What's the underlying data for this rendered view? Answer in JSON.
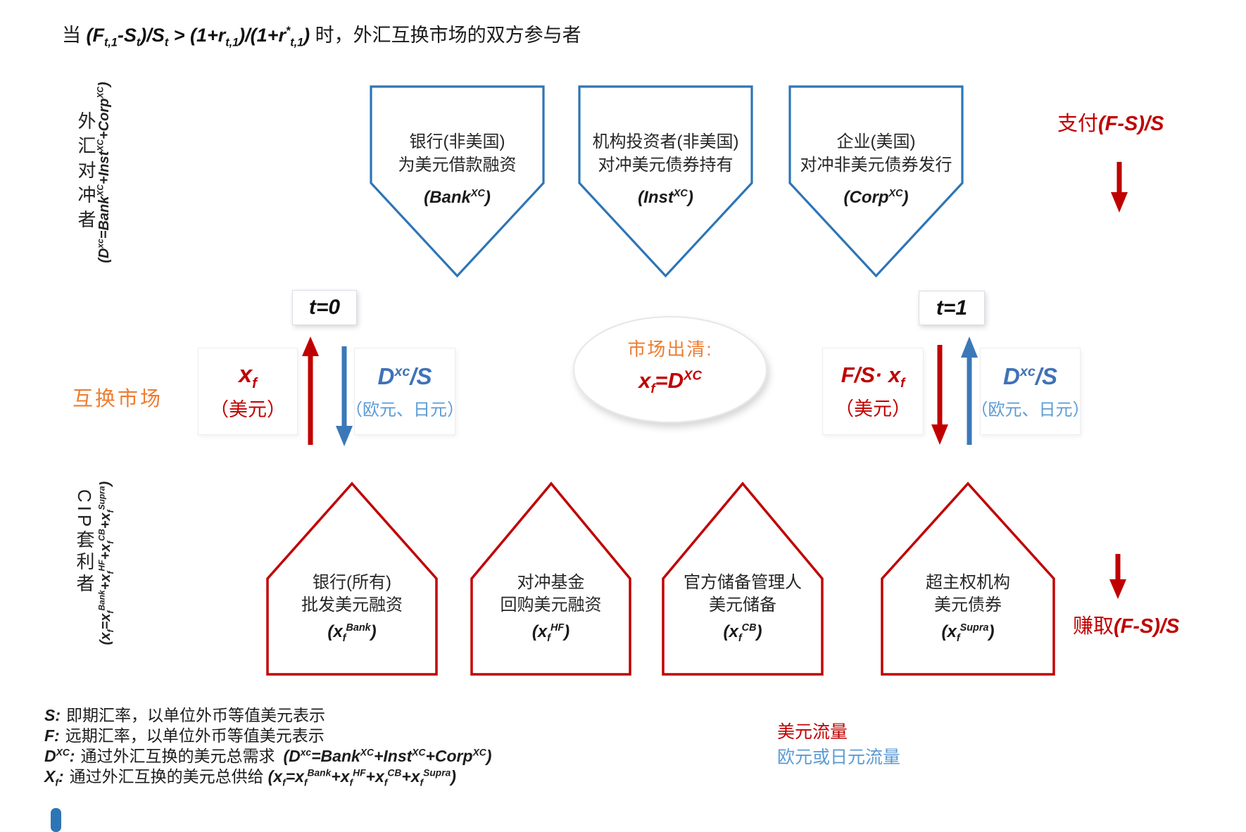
{
  "colors": {
    "red": "#C00000",
    "blue_shape": "#2E75B6",
    "blue_text": "#3F72B8",
    "blue_light": "#5B9BD5",
    "orange": "#ED7D31"
  },
  "title": {
    "prefix": "当 ",
    "formula": "(F_{t,1}-S_{t})/S_{t} > (1+r_{t,1})/(1+r^{*}_{t,1})",
    "suffix": " 时，外汇互换市场的双方参与者"
  },
  "left_labels": {
    "hedgers": "外汇对冲者",
    "hedgers_formula": "(D^{xc}=Bank^{XC}+Inst^{XC}+Corp^{XC})",
    "arbitrageurs": "CIP套利者",
    "arbitrageurs_formula": "(x_{f}=x_{f}^{Bank}+x_{f}^{HF}+x_{f}^{CB}+x_{f}^{Supra})",
    "swap_market": "互换市场"
  },
  "hedger_shapes": [
    {
      "line1": "银行(非美国)",
      "line2": "为美元借款融资",
      "caption": "(Bank^{XC})"
    },
    {
      "line1": "机构投资者(非美国)",
      "line2": "对冲美元债券持有",
      "caption": "(Inst^{XC})"
    },
    {
      "line1": "企业(美国)",
      "line2": "对冲非美元债券发行",
      "caption": "(Corp^{XC})"
    }
  ],
  "arbitrageur_shapes": [
    {
      "line1": "银行(所有)",
      "line2": "批发美元融资",
      "caption": "(x_{f}^{Bank})"
    },
    {
      "line1": "对冲基金",
      "line2": "回购美元融资",
      "caption": "(x_{f}^{HF})"
    },
    {
      "line1": "官方储备管理人",
      "line2": "美元储备",
      "caption": "(x_{f}^{CB})"
    },
    {
      "line1": "超主权机构",
      "line2": "美元债券",
      "caption": "(x_{f}^{Supra})"
    }
  ],
  "time_labels": {
    "t0": "t=0",
    "t1": "t=1"
  },
  "flows": {
    "t0_usd": {
      "formula": "x_{f}",
      "unit": "（美元）"
    },
    "t0_fx": {
      "formula": "D^{xc}/S",
      "unit": "（欧元、日元）"
    },
    "t1_usd": {
      "formula": "F/S· x_{f}",
      "unit": "（美元）"
    },
    "t1_fx": {
      "formula": "D^{xc}/S",
      "unit": "（欧元、日元）"
    }
  },
  "clearing": {
    "label": "市场出清:",
    "formula": "x_{f}=D^{XC}"
  },
  "pay": {
    "label": "支付",
    "formula": "(F-S)/S"
  },
  "earn": {
    "label": "赚取",
    "formula": "(F-S)/S"
  },
  "legend": {
    "items": [
      {
        "term": "S:",
        "desc": "即期汇率，以单位外币等值美元表示",
        "formula": ""
      },
      {
        "term": "F:",
        "desc": "远期汇率，以单位外币等值美元表示",
        "formula": ""
      },
      {
        "term": "D^{XC}:",
        "desc": "通过外汇互换的美元总需求",
        "formula": "(D^{xc}=Bank^{XC}+Inst^{XC}+Corp^{XC})"
      },
      {
        "term": "X_{f}:",
        "desc": "通过外汇互换的美元总供给",
        "formula": "(x_{f}=x_{f}^{Bank}+x_{f}^{HF}+x_{f}^{CB}+x_{f}^{Supra})"
      }
    ]
  },
  "flow_legend": {
    "usd": "美元流量",
    "fx": "欧元或日元流量"
  }
}
